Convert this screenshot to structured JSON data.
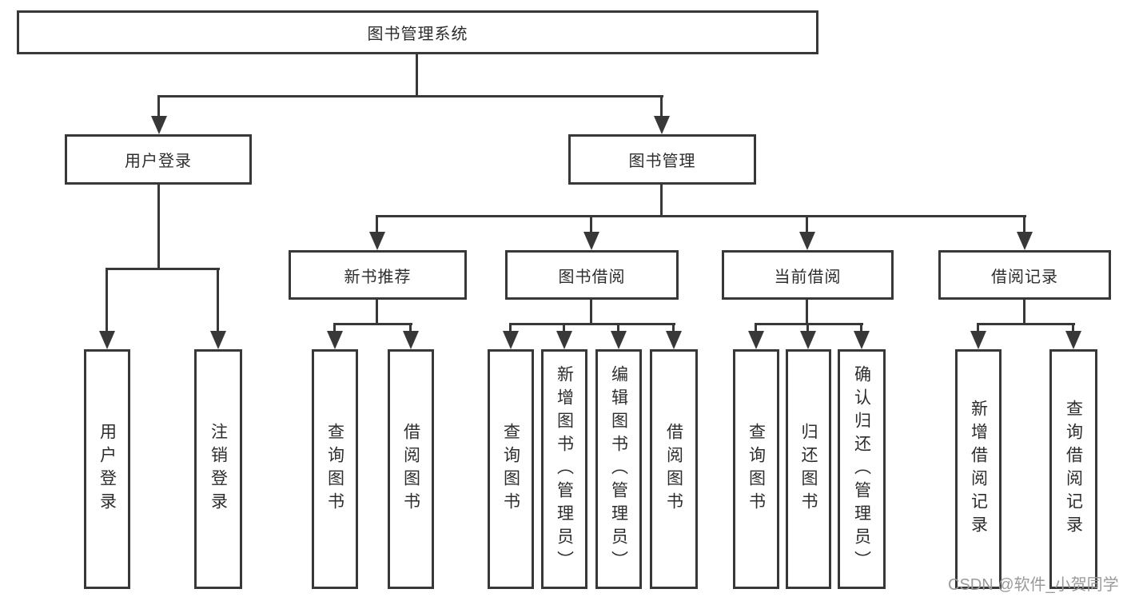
{
  "diagram": {
    "title": "图书管理系统",
    "level2": {
      "user_login": "用户登录",
      "book_mgmt": "图书管理"
    },
    "level3": {
      "new_book_rec": "新书推荐",
      "book_borrow": "图书借阅",
      "current_borrow": "当前借阅",
      "borrow_record": "借阅记录"
    },
    "leaves": {
      "login1": "用户登录",
      "login2": "注销登录",
      "rec1": "查询图书",
      "rec2": "借阅图书",
      "bor1": "查询图书",
      "bor2": "新增图书（管理员）",
      "bor3": "编辑图书（管理员）",
      "bor4": "借阅图书",
      "cur1": "查询图书",
      "cur2": "归还图书",
      "cur3": "确认归还（管理员）",
      "hist1": "新增借阅记录",
      "hist2": "查询借阅记录"
    }
  },
  "watermark": "CSDN @软件_小贺同学",
  "colors": {
    "line": "#383838",
    "text": "#2d2d2d",
    "background": "#ffffff",
    "watermark": "#9a9a9a"
  }
}
